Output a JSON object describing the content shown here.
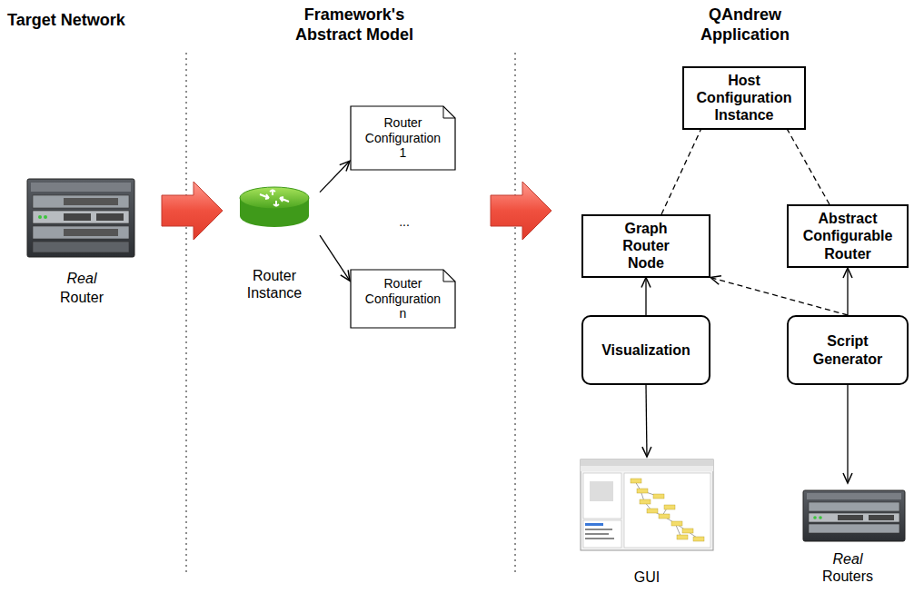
{
  "diagram": {
    "nodes": [
      {
        "text": [
          "Router Instance"
        ]
      },
      {
        "text": [
          "Router Configuration 1"
        ]
      },
      {
        "text": [
          "Router Configuration n"
        ]
      },
      {
        "text": [
          "Host Configuration Instance"
        ]
      },
      {
        "text": [
          "Graph Router Node"
        ]
      },
      {
        "text": [
          "Abstract Configurable Router"
        ]
      },
      {
        "text": [
          "Visualization"
        ]
      },
      {
        "text": [
          "Script Generator"
        ]
      },
      {
        "text": [
          "GUI"
        ]
      },
      {
        "text": [
          "Real",
          "Routers"
        ]
      }
    ],
    "edges": [
      {
        "from": 0,
        "to": 1,
        "arrow": "to"
      },
      {
        "from": 0,
        "to": 2,
        "arrow": "to"
      },
      {
        "from": 4,
        "to": 3,
        "arrow": "none"
      },
      {
        "from": 5,
        "to": 3,
        "arrow": "none"
      },
      {
        "from": 7,
        "to": 4,
        "arrow": "to"
      },
      {
        "from": 7,
        "to": 5,
        "arrow": "to"
      },
      {
        "from": 6,
        "to": 4,
        "arrow": "to"
      },
      {
        "from": 6,
        "to": 8,
        "arrow": "to"
      },
      {
        "from": 7,
        "to": 9,
        "arrow": "to"
      }
    ],
    "labels": [
      "Target Network",
      "Framework's Abstract Model",
      "QAndrew Application",
      "Real",
      "Router",
      "..."
    ]
  }
}
